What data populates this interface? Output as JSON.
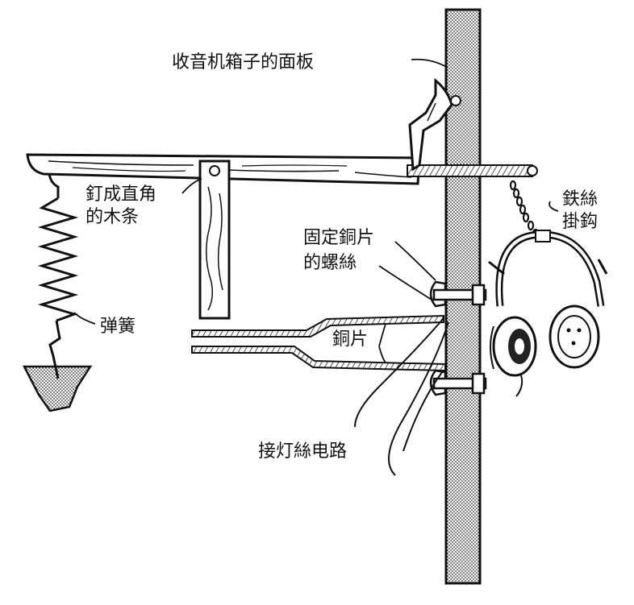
{
  "labels": {
    "panel": "收音机箱子的面板",
    "wood_strip_line1": "釘成直角",
    "wood_strip_line2": "的木条",
    "iron_hook_line1": "鉄絲",
    "iron_hook_line2": "掛鈎",
    "screw_line1": "固定銅片",
    "screw_line2": "的螺絲",
    "spring": "弹簧",
    "copper_strip": "銅片",
    "wire": "接灯絲电路"
  }
}
